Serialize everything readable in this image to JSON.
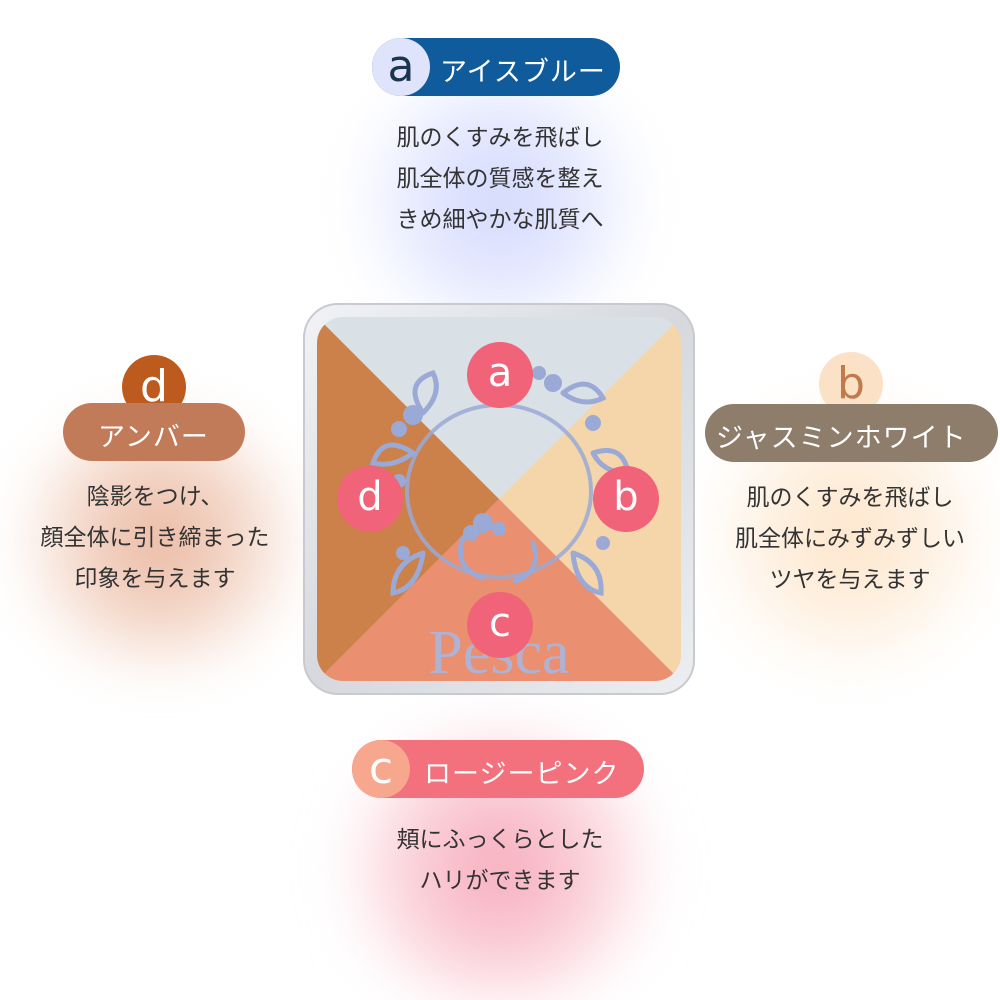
{
  "colors": {
    "a_pill": "#0f5b9c",
    "a_letter_bg": "#dfe3fb",
    "b_pill": "#8f7d6b",
    "b_letter_bg": "#fbe1c6",
    "b_letter": "#c07a4c",
    "c_pill": "#f3717d",
    "c_letter_bg": "#f6a78e",
    "d_pill": "#c17b58",
    "d_letter_bg": "#bd5a1e",
    "marker": "#f06378"
  },
  "items": {
    "a": {
      "letter": "a",
      "name": "アイスブルー",
      "lines": [
        "肌のくすみを飛ばし",
        "肌全体の質感を整え",
        "きめ細やかな肌質へ"
      ]
    },
    "b": {
      "letter": "b",
      "name": "ジャスミンホワイト",
      "lines": [
        "肌のくすみを飛ばし",
        "肌全体にみずみずしい",
        "ツヤを与えます"
      ]
    },
    "c": {
      "letter": "c",
      "name": "ロージーピンク",
      "lines": [
        "頬にふっくらとした",
        "ハリができます"
      ]
    },
    "d": {
      "letter": "d",
      "name": "アンバー",
      "lines": [
        "陰影をつけ、",
        "顔全体に引き締まった",
        "印象を与えます"
      ]
    }
  },
  "palette": {
    "brand": "Pesca",
    "quadrant_colors": {
      "top": "#d9e0e6",
      "right": "#f4d6aa",
      "bottom": "#ea8f6f",
      "left": "#cc814a"
    },
    "markers": [
      "a",
      "b",
      "c",
      "d"
    ]
  }
}
